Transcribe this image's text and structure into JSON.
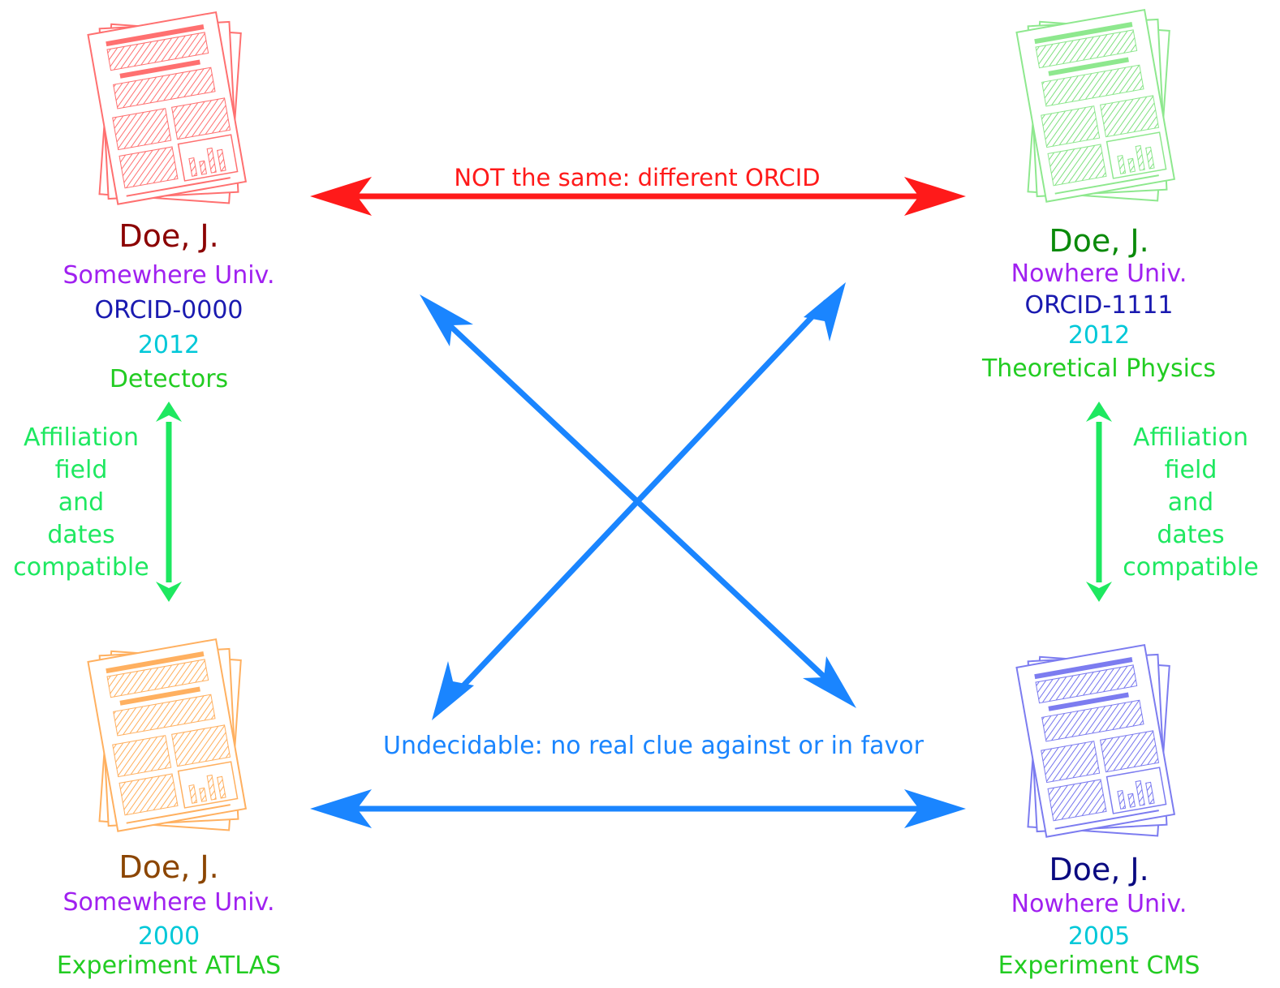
{
  "colors": {
    "red": "#ff1a1a",
    "blue": "#1a85ff",
    "green": "#1ee860",
    "purple": "#a020f0",
    "navy": "#1a1ab0",
    "cyan": "#00c8d8",
    "label_green": "#22cc22",
    "paper_red": "#ff7070",
    "paper_green": "#8ee88e",
    "paper_orange": "#ffb060",
    "paper_blue": "#7c7cf0"
  },
  "papers": [
    {
      "id": "top-left",
      "name": "Doe, J.",
      "name_color": "#8b0000",
      "univ": "Somewhere Univ.",
      "orcid": "ORCID-0000",
      "year": "2012",
      "field": "Detectors"
    },
    {
      "id": "top-right",
      "name": "Doe, J.",
      "name_color": "#0a8a0a",
      "univ": "Nowhere Univ.",
      "orcid": "ORCID-1111",
      "year": "2012",
      "field": "Theoretical Physics"
    },
    {
      "id": "bottom-left",
      "name": "Doe, J.",
      "name_color": "#8b4500",
      "univ": "Somewhere Univ.",
      "year": "2000",
      "field": "Experiment ATLAS"
    },
    {
      "id": "bottom-right",
      "name": "Doe, J.",
      "name_color": "#0a0a80",
      "univ": "Nowhere Univ.",
      "year": "2005",
      "field": "Experiment CMS"
    }
  ],
  "labels": {
    "not_same": "NOT the same: different ORCID",
    "undecidable": "Undecidable: no real clue against or in favor",
    "compatible": [
      "Affiliation",
      "field",
      "and",
      "dates",
      "compatible"
    ]
  }
}
